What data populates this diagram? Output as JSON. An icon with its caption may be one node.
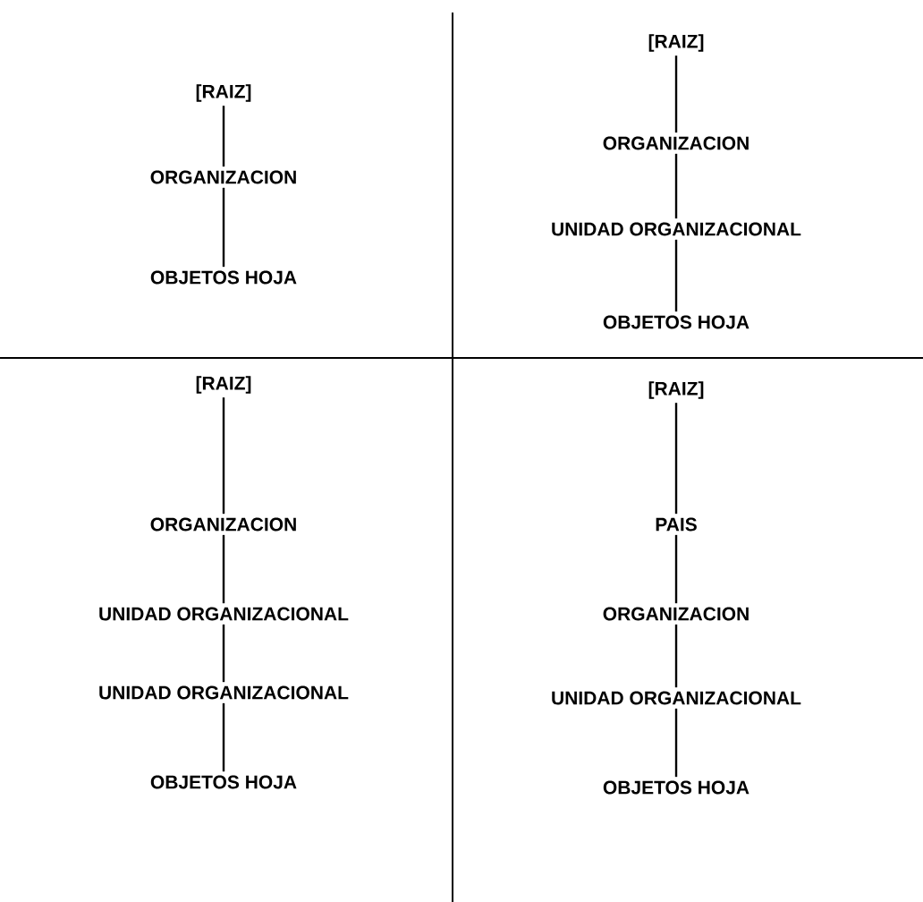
{
  "diagram": {
    "nodes": [
      {
        "text": [
          "[RAIZ]"
        ]
      },
      {
        "text": [
          "ORGANIZACION"
        ]
      },
      {
        "text": [
          "OBJETOS HOJA"
        ]
      },
      {
        "text": [
          "[RAIZ]"
        ]
      },
      {
        "text": [
          "ORGANIZACION"
        ]
      },
      {
        "text": [
          "UNIDAD ORGANIZACIONAL"
        ]
      },
      {
        "text": [
          "OBJETOS HOJA"
        ]
      },
      {
        "text": [
          "[RAIZ]"
        ]
      },
      {
        "text": [
          "ORGANIZACION"
        ]
      },
      {
        "text": [
          "UNIDAD ORGANIZACIONAL"
        ]
      },
      {
        "text": [
          "UNIDAD ORGANIZACIONAL"
        ]
      },
      {
        "text": [
          "OBJETOS HOJA"
        ]
      },
      {
        "text": [
          "[RAIZ]"
        ]
      },
      {
        "text": [
          "PAIS"
        ]
      },
      {
        "text": [
          "ORGANIZACION"
        ]
      },
      {
        "text": [
          "UNIDAD ORGANIZACIONAL"
        ]
      },
      {
        "text": [
          "OBJETOS HOJA"
        ]
      }
    ],
    "edges": [
      {
        "from": 0,
        "to": 1,
        "arrow": "none"
      },
      {
        "from": 1,
        "to": 2,
        "arrow": "none"
      },
      {
        "from": 3,
        "to": 4,
        "arrow": "none"
      },
      {
        "from": 4,
        "to": 5,
        "arrow": "none"
      },
      {
        "from": 5,
        "to": 6,
        "arrow": "none"
      },
      {
        "from": 7,
        "to": 8,
        "arrow": "none"
      },
      {
        "from": 8,
        "to": 9,
        "arrow": "none"
      },
      {
        "from": 9,
        "to": 10,
        "arrow": "none"
      },
      {
        "from": 10,
        "to": 11,
        "arrow": "none"
      },
      {
        "from": 12,
        "to": 13,
        "arrow": "none"
      },
      {
        "from": 13,
        "to": 14,
        "arrow": "none"
      },
      {
        "from": 14,
        "to": 15,
        "arrow": "none"
      },
      {
        "from": 15,
        "to": 16,
        "arrow": "none"
      }
    ]
  }
}
